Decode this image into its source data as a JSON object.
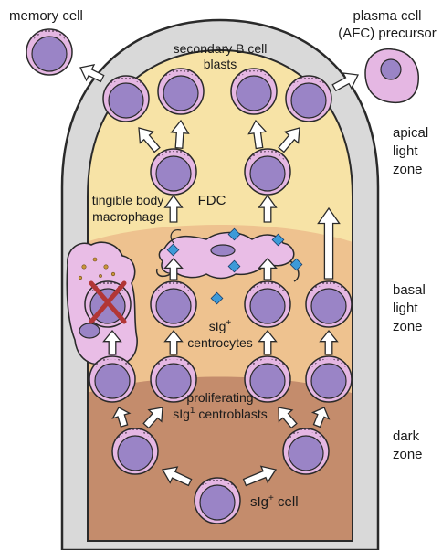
{
  "labels": {
    "memory_cell": "memory cell",
    "plasma_line1": "plasma cell",
    "plasma_line2": "(AFC) precursor",
    "blasts_line1": "secondary B cell",
    "blasts_line2": "blasts",
    "apical_line1": "apical",
    "apical_line2": "light",
    "apical_line3": "zone",
    "tbm_line1": "tingible body",
    "tbm_line2": "macrophage",
    "fdc": "FDC",
    "basal_line1": "basal",
    "basal_line2": "light",
    "basal_line3": "zone",
    "centrocytes_prefix": "sIg",
    "centrocytes_sup": "+",
    "centrocytes_line2": "centrocytes",
    "centroblasts_line1": "proliferating",
    "centroblasts_prefix": "sIg",
    "centroblasts_sup": "1",
    "centroblasts_suffix": " centroblasts",
    "dark_line1": "dark",
    "dark_line2": "zone",
    "start_prefix": "sIg",
    "start_sup": "+",
    "start_suffix": " cell"
  },
  "colors": {
    "outline": "#2a2a2a",
    "cortex": "#d9d9d9",
    "apical_zone": "#f7e3a6",
    "basal_zone": "#eec28f",
    "dark_zone": "#c48c6c",
    "cell_outer": "#e5b7e3",
    "cell_nucleus": "#9a84c6",
    "fdc": "#e9bde6",
    "antigen": "#3d9ad8",
    "apoptotic_cross": "#b23636"
  }
}
